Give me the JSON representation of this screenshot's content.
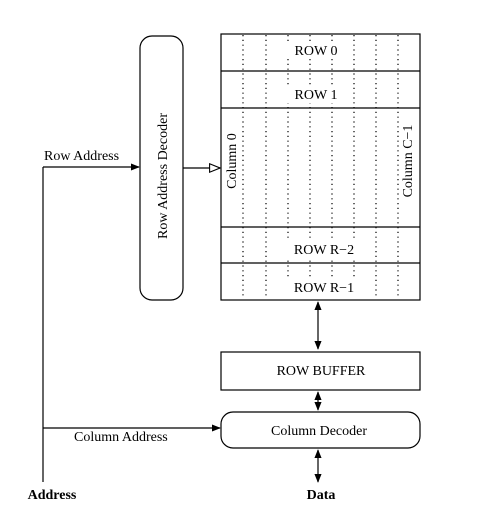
{
  "diagram": {
    "memory_array": {
      "rows": [
        "ROW 0",
        "ROW 1",
        "ROW R−2",
        "ROW R−1"
      ],
      "first_column_label": "Column 0",
      "last_column_label": "Column C−1"
    },
    "row_address_decoder": {
      "label": "Row Address Decoder"
    },
    "row_buffer": {
      "label": "ROW BUFFER"
    },
    "column_decoder": {
      "label": "Column Decoder"
    },
    "signals": {
      "row_address": "Row Address",
      "column_address": "Column Address",
      "address": "Address",
      "data": "Data"
    }
  }
}
